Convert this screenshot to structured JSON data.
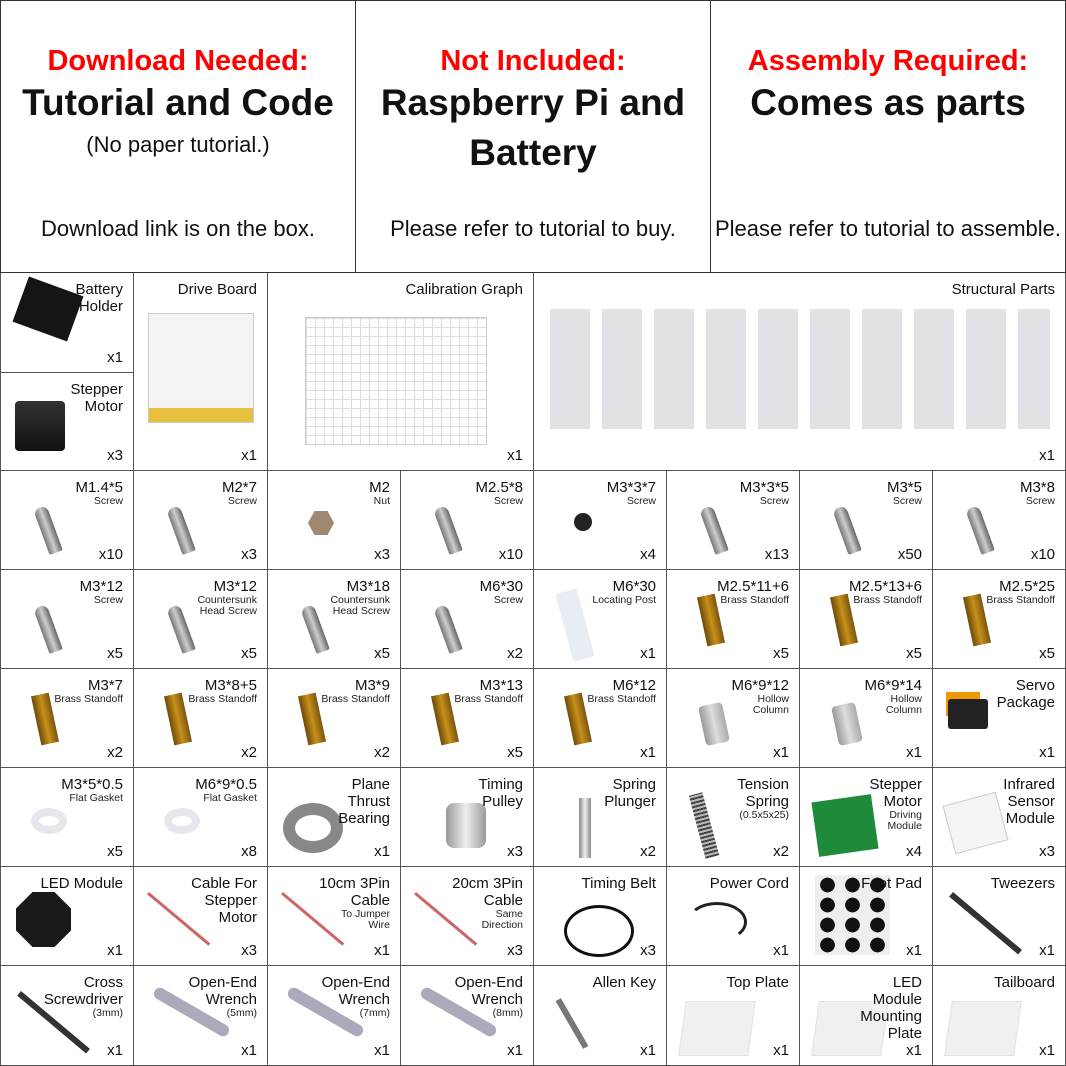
{
  "top": [
    {
      "red": "Download Needed:",
      "big": "Tutorial and Code",
      "small": "(No paper tutorial.)",
      "foot": "Download link is on the box."
    },
    {
      "red": "Not Included:",
      "big": "Raspberry Pi and Battery",
      "small": "",
      "foot": "Please refer to tutorial to buy."
    },
    {
      "red": "Assembly Required:",
      "big": "Comes as parts",
      "small": "",
      "foot": "Please refer to tutorial to assemble."
    }
  ],
  "row2": {
    "battery": {
      "name": "Battery Holder",
      "qty": "x1"
    },
    "stepper": {
      "name": "Stepper Motor",
      "qty": "x3"
    },
    "drive": {
      "name": "Drive Board",
      "qty": "x1"
    },
    "calib": {
      "name": "Calibration Graph",
      "qty": "x1"
    },
    "struct": {
      "name": "Structural Parts",
      "qty": "x1"
    }
  },
  "parts": [
    {
      "name": "M1.4*5",
      "sub": "Screw",
      "qty": "x10",
      "img": "screw"
    },
    {
      "name": "M2*7",
      "sub": "Screw",
      "qty": "x3",
      "img": "screw"
    },
    {
      "name": "M2",
      "sub": "Nut",
      "qty": "x3",
      "img": "nut"
    },
    {
      "name": "M2.5*8",
      "sub": "Screw",
      "qty": "x10",
      "img": "screw"
    },
    {
      "name": "M3*3*7",
      "sub": "Screw",
      "qty": "x4",
      "img": "black"
    },
    {
      "name": "M3*3*5",
      "sub": "Screw",
      "qty": "x13",
      "img": "screw"
    },
    {
      "name": "M3*5",
      "sub": "Screw",
      "qty": "x50",
      "img": "screw"
    },
    {
      "name": "M3*8",
      "sub": "Screw",
      "qty": "x10",
      "img": "screw"
    },
    {
      "name": "M3*12",
      "sub": "Screw",
      "qty": "x5",
      "img": "screw"
    },
    {
      "name": "M3*12",
      "sub": "Countersunk Head Screw",
      "qty": "x5",
      "img": "screw"
    },
    {
      "name": "M3*18",
      "sub": "Countersunk Head Screw",
      "qty": "x5",
      "img": "screw"
    },
    {
      "name": "M6*30",
      "sub": "Screw",
      "qty": "x2",
      "img": "screw"
    },
    {
      "name": "M6*30",
      "sub": "Locating Post",
      "qty": "x1",
      "img": "post"
    },
    {
      "name": "M2.5*11+6",
      "sub": "Brass Standoff",
      "qty": "x5",
      "img": "brass"
    },
    {
      "name": "M2.5*13+6",
      "sub": "Brass Standoff",
      "qty": "x5",
      "img": "brass"
    },
    {
      "name": "M2.5*25",
      "sub": "Brass Standoff",
      "qty": "x5",
      "img": "brass"
    },
    {
      "name": "M3*7",
      "sub": "Brass Standoff",
      "qty": "x2",
      "img": "brass"
    },
    {
      "name": "M3*8+5",
      "sub": "Brass Standoff",
      "qty": "x2",
      "img": "brass"
    },
    {
      "name": "M3*9",
      "sub": "Brass Standoff",
      "qty": "x2",
      "img": "brass"
    },
    {
      "name": "M3*13",
      "sub": "Brass Standoff",
      "qty": "x5",
      "img": "brass"
    },
    {
      "name": "M6*12",
      "sub": "Brass Standoff",
      "qty": "x1",
      "img": "brass"
    },
    {
      "name": "M6*9*12",
      "sub": "Hollow Column",
      "qty": "x1",
      "img": "hollow"
    },
    {
      "name": "M6*9*14",
      "sub": "Hollow Column",
      "qty": "x1",
      "img": "hollow"
    },
    {
      "name": "Servo Package",
      "sub": "",
      "qty": "x1",
      "img": "servo"
    },
    {
      "name": "M3*5*0.5",
      "sub": "Flat Gasket",
      "qty": "x5",
      "img": "gasket"
    },
    {
      "name": "M6*9*0.5",
      "sub": "Flat Gasket",
      "qty": "x8",
      "img": "gasket"
    },
    {
      "name": "Plane Thrust Bearing",
      "sub": "",
      "qty": "x1",
      "img": "bearing"
    },
    {
      "name": "Timing Pulley",
      "sub": "",
      "qty": "x3",
      "img": "pulley"
    },
    {
      "name": "Spring Plunger",
      "sub": "",
      "qty": "x2",
      "img": "plunger"
    },
    {
      "name": "Tension Spring",
      "sub": "(0.5x5x25)",
      "qty": "x2",
      "img": "spring"
    },
    {
      "name": "Stepper Motor",
      "sub": "Driving Module",
      "qty": "x4",
      "img": "green"
    },
    {
      "name": "Infrared Sensor Module",
      "sub": "",
      "qty": "x3",
      "img": "sensor"
    },
    {
      "name": "LED Module",
      "sub": "",
      "qty": "x1",
      "img": "led"
    },
    {
      "name": "Cable For Stepper Motor",
      "sub": "",
      "qty": "x3",
      "img": "cable"
    },
    {
      "name": "10cm 3Pin Cable",
      "sub": "To Jumper Wire",
      "qty": "x1",
      "img": "cable"
    },
    {
      "name": "20cm 3Pin Cable",
      "sub": "Same Direction",
      "qty": "x3",
      "img": "cable"
    },
    {
      "name": "Timing Belt",
      "sub": "",
      "qty": "x3",
      "img": "belt"
    },
    {
      "name": "Power Cord",
      "sub": "",
      "qty": "x1",
      "img": "cord"
    },
    {
      "name": "Foot Pad",
      "sub": "",
      "qty": "x1",
      "img": "pad"
    },
    {
      "name": "Tweezers",
      "sub": "",
      "qty": "x1",
      "img": "tool"
    },
    {
      "name": "Cross Screwdriver",
      "sub": "(3mm)",
      "qty": "x1",
      "img": "tool"
    },
    {
      "name": "Open-End Wrench",
      "sub": "(5mm)",
      "qty": "x1",
      "img": "wrench"
    },
    {
      "name": "Open-End Wrench",
      "sub": "(7mm)",
      "qty": "x1",
      "img": "wrench"
    },
    {
      "name": "Open-End Wrench",
      "sub": "(8mm)",
      "qty": "x1",
      "img": "wrench"
    },
    {
      "name": "Allen Key",
      "sub": "",
      "qty": "x1",
      "img": "allen"
    },
    {
      "name": "Top Plate",
      "sub": "",
      "qty": "x1",
      "img": "plate"
    },
    {
      "name": "LED Module Mounting Plate",
      "sub": "",
      "qty": "x1",
      "img": "plate"
    },
    {
      "name": "Tailboard",
      "sub": "",
      "qty": "x1",
      "img": "plate"
    }
  ]
}
